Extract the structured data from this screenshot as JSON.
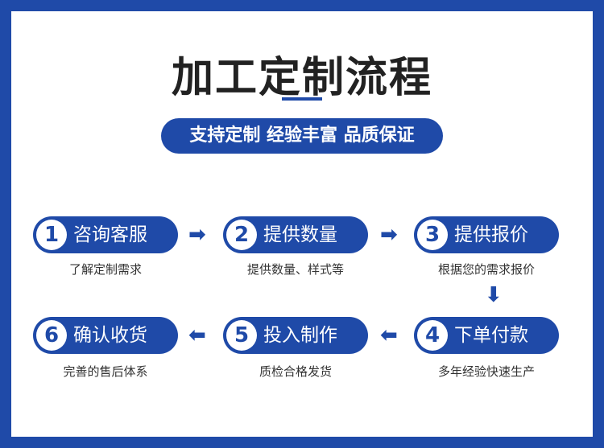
{
  "title": "加工定制流程",
  "subtitle": "支持定制 经验丰富 品质保证",
  "steps": [
    {
      "num": "1",
      "label": "咨询客服",
      "desc": "了解定制需求"
    },
    {
      "num": "2",
      "label": "提供数量",
      "desc": "提供数量、样式等"
    },
    {
      "num": "3",
      "label": "提供报价",
      "desc": "根据您的需求报价"
    },
    {
      "num": "4",
      "label": "下单付款",
      "desc": "多年经验快速生产"
    },
    {
      "num": "5",
      "label": "投入制作",
      "desc": "质检合格发货"
    },
    {
      "num": "6",
      "label": "确认收货",
      "desc": "完善的售后体系"
    }
  ],
  "arrows": {
    "right": "➡",
    "left": "⬅",
    "down": "⬇"
  },
  "colors": {
    "brand": "#1f4aa8",
    "background": "#ffffff",
    "text": "#333333"
  }
}
